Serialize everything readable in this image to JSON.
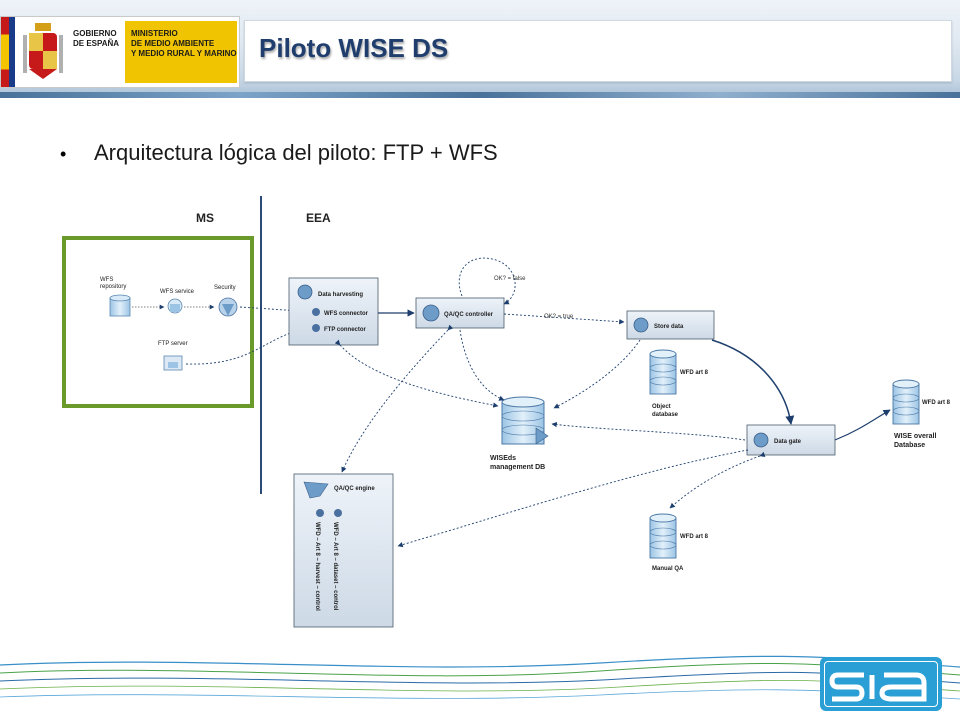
{
  "header": {
    "gov_lines": [
      "GOBIERNO",
      "DE ESPAÑA"
    ],
    "ministry_lines": [
      "MINISTERIO",
      "DE MEDIO AMBIENTE",
      "Y MEDIO RURAL Y MARINO"
    ],
    "title": "Piloto WISE DS"
  },
  "bullet": "Arquitectura lógica del piloto: FTP + WFS",
  "diagram": {
    "ms_label": "MS",
    "eea_label": "EEA",
    "wfs_repository": [
      "WFS",
      "repository"
    ],
    "wfs_service": "WFS service",
    "security": "Security",
    "ftp_server": "FTP server",
    "data_harvesting": "Data harvesting",
    "wfs_connector": "WFS connector",
    "ftp_connector": "FTP connector",
    "qaqc_controller": "QA/QC controller",
    "ok_false": "OK? = false",
    "ok_true": "OK? = true",
    "store_data": "Store data",
    "wfd_art8_a": "WFD art 8",
    "object_database": [
      "Object",
      "database"
    ],
    "wfd_art8_b": "WFD art 8",
    "wise_overall": [
      "WISE overall",
      "Database"
    ],
    "wiseds_db": [
      "WISEds",
      "management DB"
    ],
    "data_gate": "Data gate",
    "qaqc_engine": "QA/QC engine",
    "rule_1": "WFD – Art 8 – dataset – control",
    "rule_2": "WFD – Art 8 – harvest – control",
    "wfd_art8_c": "WFD art 8",
    "manual_qa": "Manual QA"
  },
  "colors": {
    "title": "#1f3d6d",
    "ms_frame": "#6a9a2a",
    "node_fill": "#dde7f2",
    "node_stroke": "#4a5a6a",
    "arrow": "#1e3f6e",
    "db_fill": "#bcd7ec",
    "sia_blue": "#2a9fd6"
  }
}
